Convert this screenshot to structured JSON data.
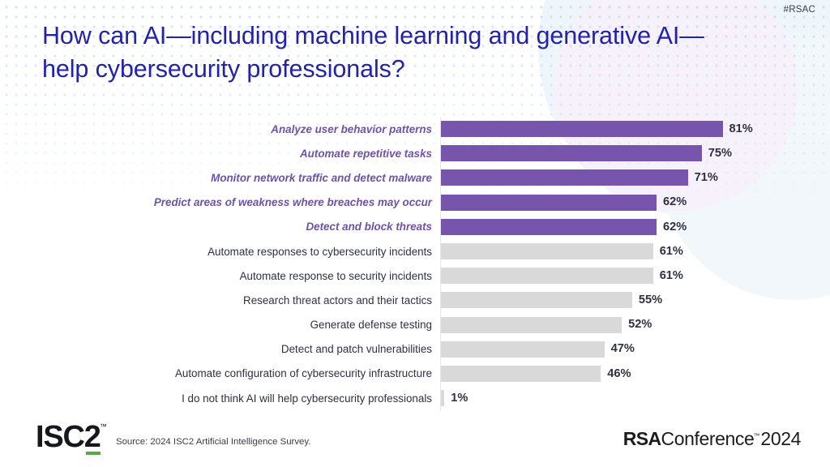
{
  "hashtag": "#RSAC",
  "title": "How can AI—including machine learning and generative AI—help cybersecurity professionals?",
  "footer": {
    "source": "Source: 2024 ISC2 Artificial Intelligence Survey.",
    "isc2_logo_text": "ISC2",
    "isc2_trademark": "™",
    "rsa_bold": "RSA",
    "rsa_light": "Conference",
    "rsa_trademark": "™",
    "rsa_year": "2024"
  },
  "colors": {
    "title_blue": "#2222ab",
    "bar_purple": "#7855ad",
    "bar_gray": "#d9d9d9",
    "label_dark": "#2f3042",
    "label_purple": "#6f52a8",
    "accent_green": "#5aa84a"
  },
  "chart_data": {
    "type": "bar",
    "orientation": "horizontal",
    "title": "How can AI—including machine learning and generative AI—help cybersecurity professionals?",
    "xlabel": "",
    "ylabel": "",
    "xlim": [
      0,
      100
    ],
    "grid": false,
    "legend": "none",
    "value_suffix": "%",
    "categories": [
      "Analyze user behavior patterns",
      "Automate repetitive tasks",
      "Monitor network traffic and detect malware",
      "Predict areas of weakness where breaches may occur",
      "Detect and block threats",
      "Automate responses to cybersecurity incidents",
      "Automate response to security incidents",
      "Research threat actors and their tactics",
      "Generate defense testing",
      "Detect and patch vulnerabilities",
      "Automate configuration of cybersecurity infrastructure",
      "I do not think AI will help cybersecurity professionals"
    ],
    "values": [
      81,
      75,
      71,
      62,
      62,
      61,
      61,
      55,
      52,
      47,
      46,
      1
    ],
    "value_labels": [
      "81%",
      "75%",
      "71%",
      "62%",
      "62%",
      "61%",
      "61%",
      "55%",
      "52%",
      "47%",
      "46%",
      "1%"
    ],
    "highlighted": [
      true,
      true,
      true,
      true,
      true,
      false,
      false,
      false,
      false,
      false,
      false,
      false
    ]
  }
}
